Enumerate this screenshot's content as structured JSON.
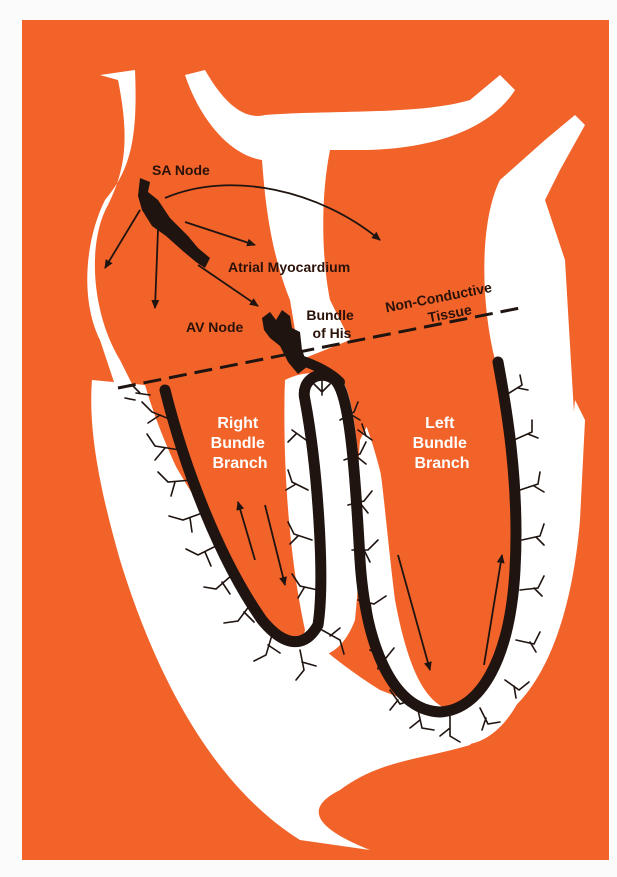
{
  "colors": {
    "background": "#f2632a",
    "tissue": "#ffffff",
    "conduction": "#1f1410",
    "dark_label": "#2a1208",
    "light_label": "#ffffff"
  },
  "labels": {
    "sa_node": "SA Node",
    "atrial_myocardium": "Atrial Myocardium",
    "av_node": "AV Node",
    "bundle_of_his_line1": "Bundle",
    "bundle_of_his_line2": "of His",
    "non_conductive_line1": "Non-Conductive",
    "non_conductive_line2": "Tissue",
    "right_bundle_line1": "Right",
    "right_bundle_line2": "Bundle",
    "right_bundle_line3": "Branch",
    "left_bundle_line1": "Left",
    "left_bundle_line2": "Bundle",
    "left_bundle_line3": "Branch"
  }
}
